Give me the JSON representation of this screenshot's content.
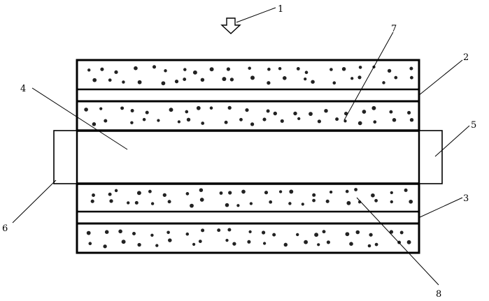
{
  "labels": {
    "l1": "1",
    "l2": "2",
    "l3": "3",
    "l4": "4",
    "l5": "5",
    "l6": "6",
    "l7": "7",
    "l8": "8"
  },
  "colors": {
    "line": "#000000",
    "dot": "#222222",
    "background": "#ffffff"
  }
}
